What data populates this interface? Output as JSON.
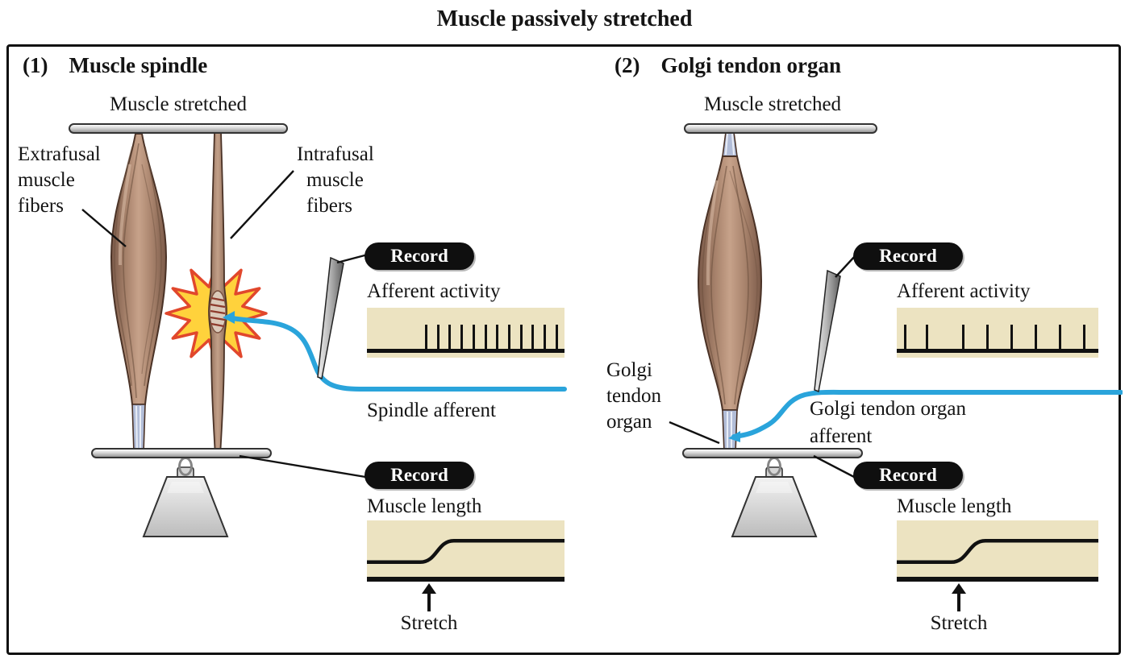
{
  "title": "Muscle passively stretched",
  "p1": {
    "number": "(1)",
    "heading": "Muscle spindle",
    "top_label": "Muscle stretched",
    "extrafusal_label": [
      "Extrafusal",
      "muscle",
      "fibers"
    ],
    "intrafusal_label": [
      "Intrafusal",
      "muscle",
      "fibers"
    ],
    "record_top": "Record",
    "activity_title": "Afferent activity",
    "afferent_label": "Spindle afferent",
    "record_bottom": "Record",
    "length_title": "Muscle length",
    "stretch_label": "Stretch"
  },
  "p2": {
    "number": "(2)",
    "heading": "Golgi tendon organ",
    "top_label": "Muscle stretched",
    "gto_label": [
      "Golgi",
      "tendon",
      "organ"
    ],
    "record_top": "Record",
    "activity_title": "Afferent activity",
    "afferent_line1": "Golgi tendon organ",
    "afferent_line2": "afferent",
    "record_bottom": "Record",
    "length_title": "Muscle length",
    "stretch_label": "Stretch"
  },
  "colors": {
    "nerve_blue": "#2aa4db",
    "trace_bg": "#ece3c1",
    "badge_bg": "#0f0f0f",
    "badge_text": "#ffffff",
    "starburst_yellow": "#ffd23c",
    "starburst_red": "#e1472c",
    "tendon_blue": "#b2bdd8"
  },
  "chart_data": [
    {
      "id": "p1-activity",
      "type": "scatter",
      "representation": "spike-raster",
      "title": "Afferent activity",
      "context": "Muscle spindle afferent: high-frequency firing begins at stretch onset and continues during stretch",
      "spike_positions_frac": [
        0.3,
        0.36,
        0.42,
        0.48,
        0.54,
        0.6,
        0.66,
        0.72,
        0.78,
        0.84,
        0.9,
        0.96
      ]
    },
    {
      "id": "p1-length",
      "type": "line",
      "representation": "step-trace",
      "title": "Muscle length",
      "annotation": "Stretch",
      "baseline_y_frac": 0.74,
      "stretched_y_frac": 0.36,
      "ramp_start_frac": 0.27,
      "ramp_end_frac": 0.44
    },
    {
      "id": "p2-activity",
      "type": "scatter",
      "representation": "spike-raster",
      "title": "Afferent activity",
      "context": "Golgi tendon organ afferent: sparse, low-frequency firing during passive stretch",
      "spike_positions_frac": [
        0.04,
        0.15,
        0.33,
        0.45,
        0.57,
        0.69,
        0.81,
        0.93
      ]
    },
    {
      "id": "p2-length",
      "type": "line",
      "representation": "step-trace",
      "title": "Muscle length",
      "annotation": "Stretch",
      "baseline_y_frac": 0.74,
      "stretched_y_frac": 0.36,
      "ramp_start_frac": 0.27,
      "ramp_end_frac": 0.44
    }
  ]
}
